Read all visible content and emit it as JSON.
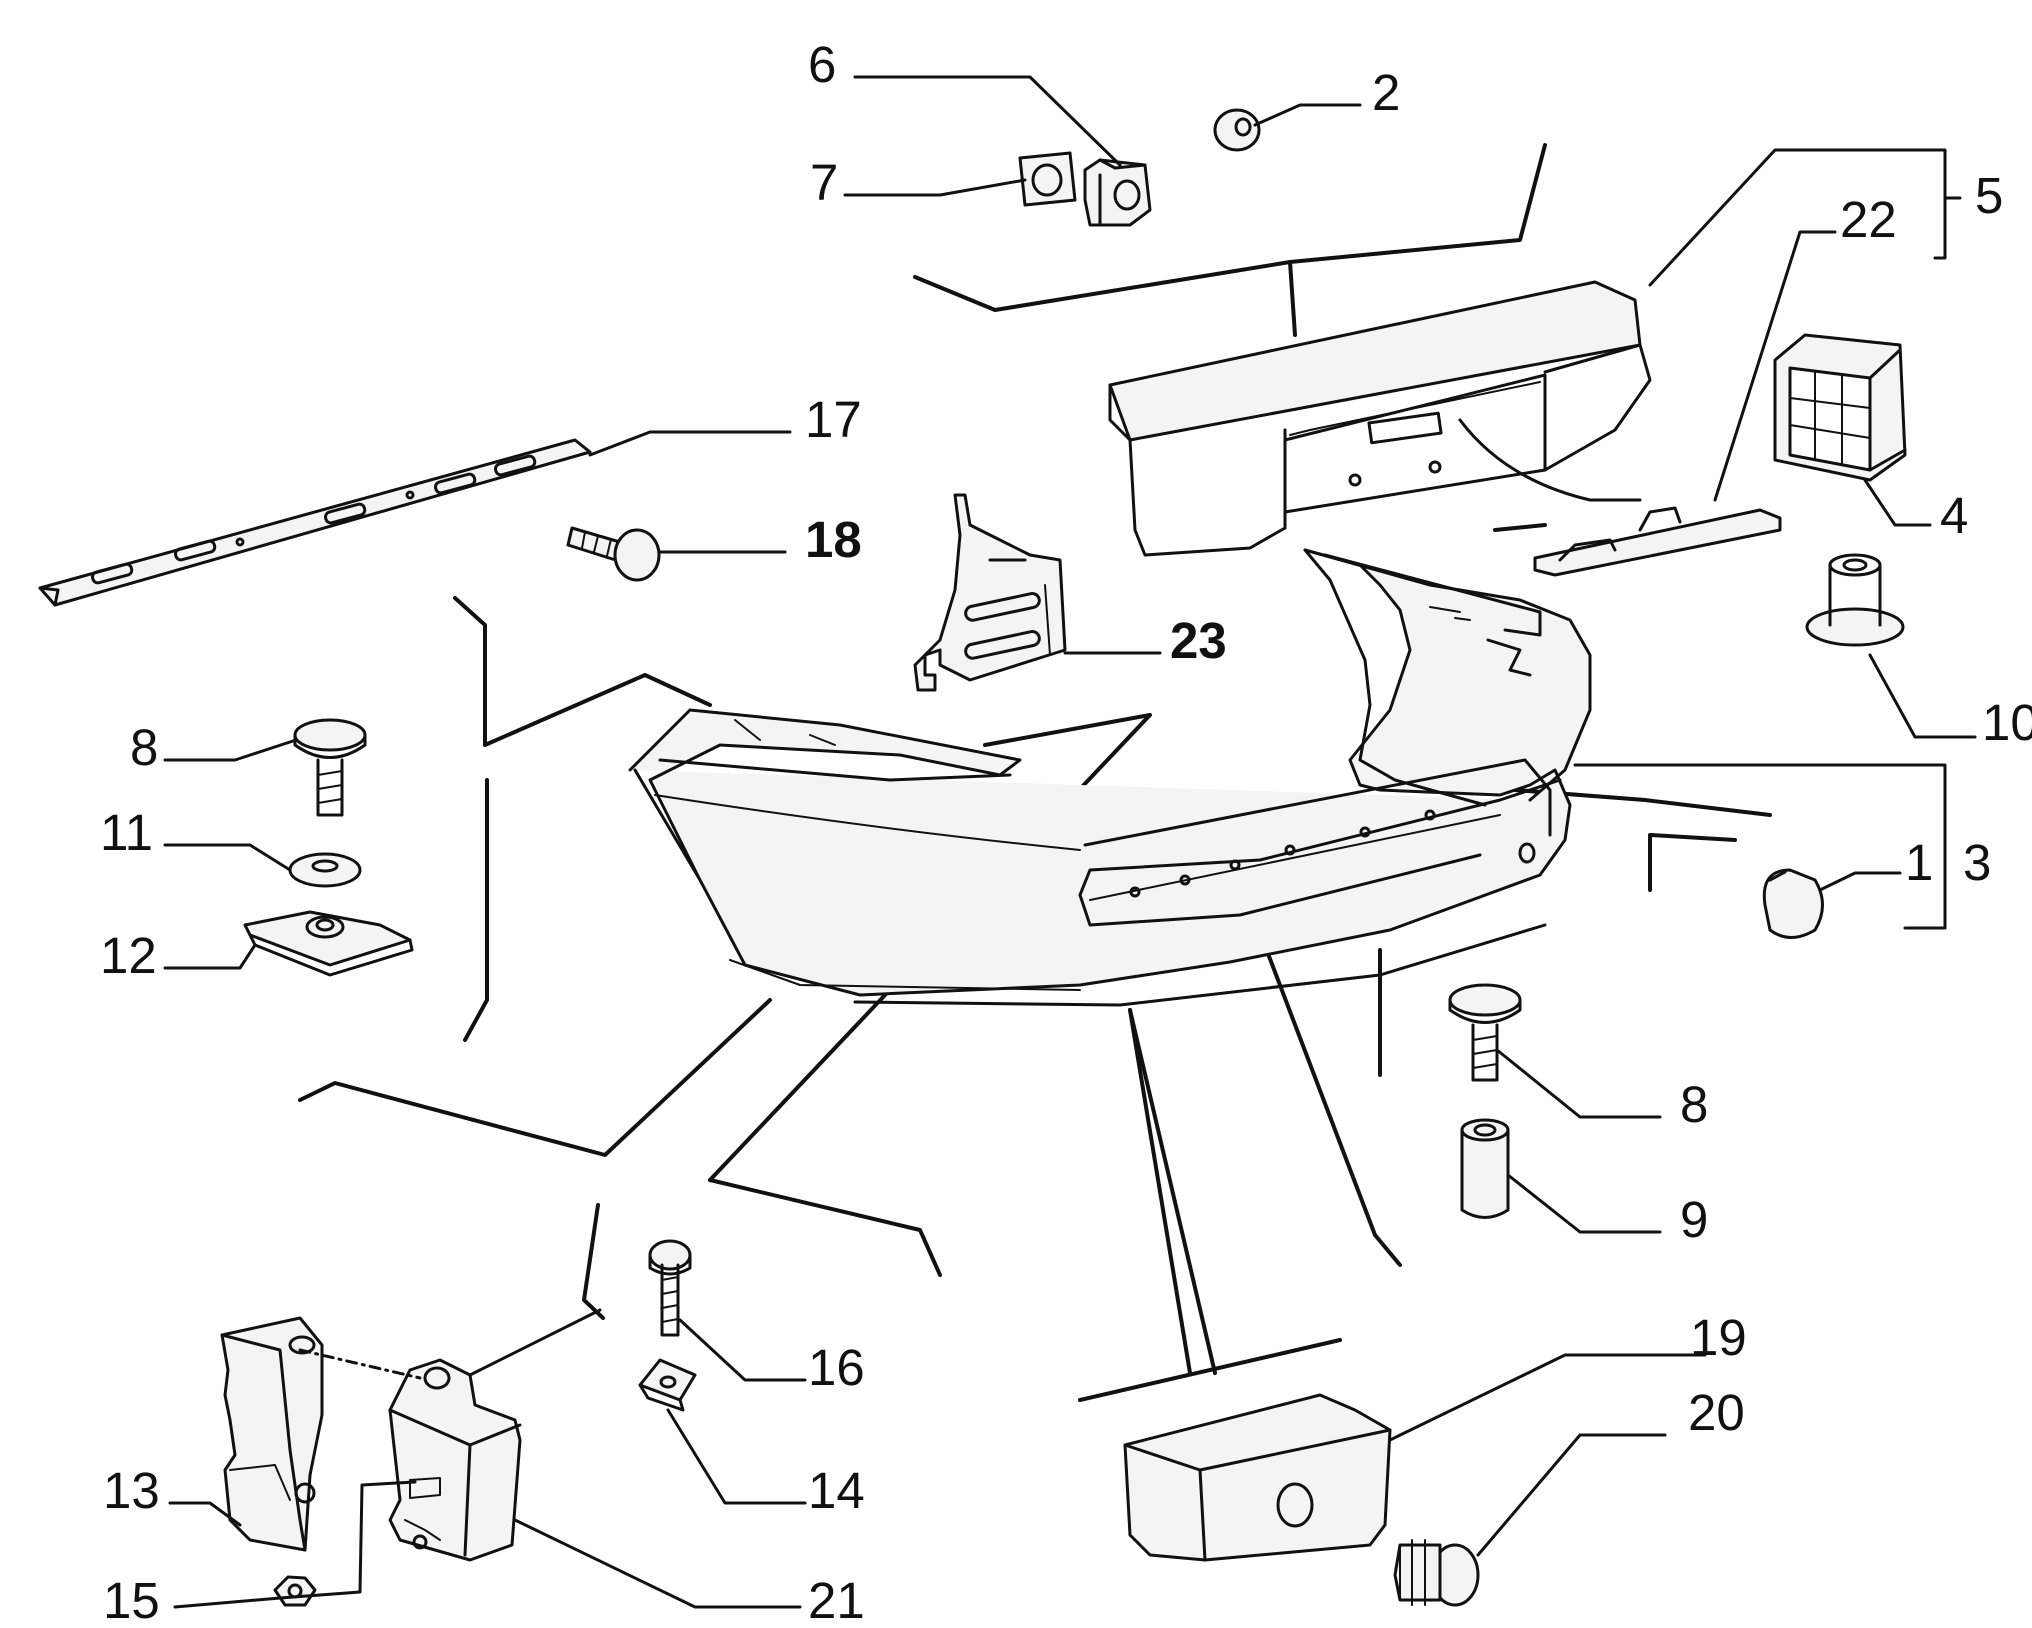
{
  "diagram": {
    "callouts": {
      "n1": "1",
      "n2": "2",
      "n3": "3",
      "n4": "4",
      "n5": "5",
      "n6": "6",
      "n7": "7",
      "n8a": "8",
      "n8b": "8",
      "n9": "9",
      "n10": "10",
      "n11": "11",
      "n12": "12",
      "n13": "13",
      "n14": "14",
      "n15": "15",
      "n16": "16",
      "n17": "17",
      "n18": "18",
      "n19": "19",
      "n20": "20",
      "n21": "21",
      "n22": "22",
      "n23": "23"
    }
  },
  "colors": {
    "ink": "#111111",
    "fill": "#f4f4f4",
    "fill_dark": "#e2e2e2"
  }
}
